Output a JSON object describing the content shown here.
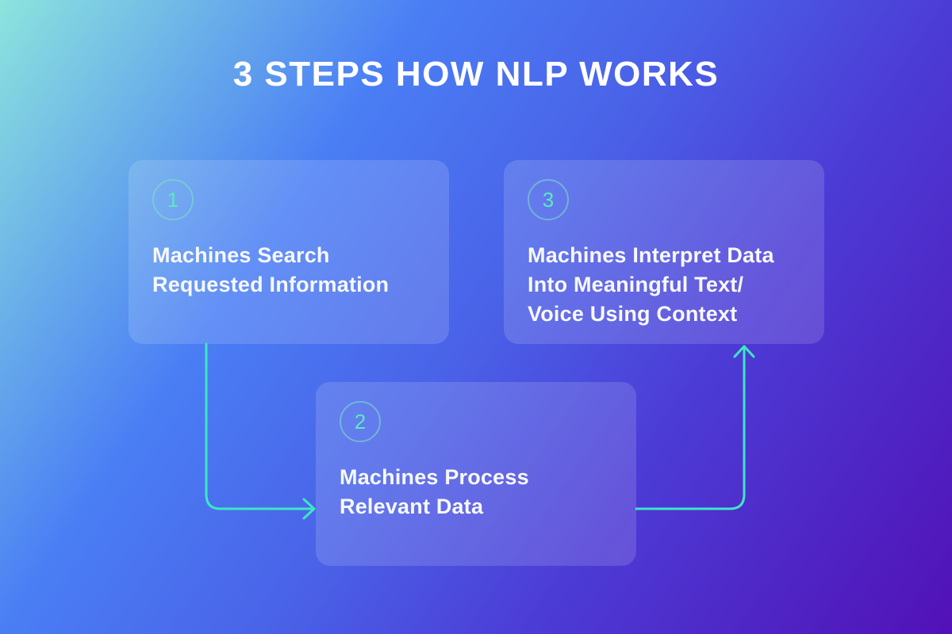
{
  "title": "3 STEPS HOW NLP WORKS",
  "steps": [
    {
      "number": "1",
      "text": "Machines Search\nRequested Information"
    },
    {
      "number": "2",
      "text": "Machines Process\nRelevant Data"
    },
    {
      "number": "3",
      "text": "Machines Interpret Data\nInto Meaningful Text/\nVoice Using Context"
    }
  ],
  "colors": {
    "arrow": "#3ee6c3",
    "step_number": "#5ce8c0",
    "badge_ring": "rgba(124,228,196,0.55)",
    "card_background": "rgba(255,255,255,0.14)",
    "text": "#ffffff",
    "gradient": [
      "#8ce4dd",
      "#4a7ef5",
      "#4a63e8",
      "#4c3cd6",
      "#5211b6"
    ]
  }
}
